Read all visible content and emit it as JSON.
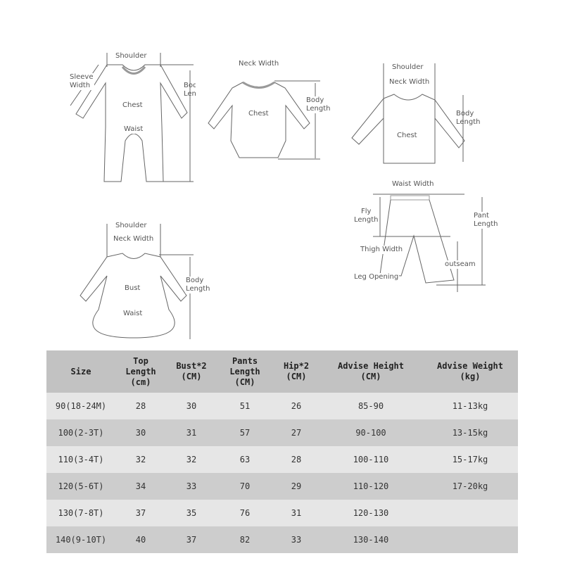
{
  "diagrams": {
    "romper": {
      "shoulder": "Shoulder",
      "sleeve_width": "Sleeve\nWidth",
      "body_length": "Body\nLength",
      "chest": "Chest",
      "waist": "Waist"
    },
    "bodysuit": {
      "neck_width": "Neck Width",
      "chest": "Chest",
      "body_length": "Body\nLength"
    },
    "top": {
      "shoulder": "Shoulder",
      "neck_width": "Neck Width",
      "body_length": "Body\nLength",
      "chest": "Chest"
    },
    "dress": {
      "shoulder": "Shoulder",
      "neck_width": "Neck Width",
      "bust": "Bust",
      "waist": "Waist",
      "body_length": "Body\nLength"
    },
    "pants": {
      "waist_width": "Waist Width",
      "fly_length": "Fly\nLength",
      "pant_length": "Pant\nLength",
      "thigh_width": "Thigh Width",
      "outseam": "outseam",
      "leg_opening": "Leg Opening"
    }
  },
  "table": {
    "headers": [
      "Size",
      "Top\nLength\n(cm)",
      "Bust*2\n(CM)",
      "Pants\nLength\n(CM)",
      "Hip*2\n(CM)",
      "Advise Height\n(CM)",
      "Advise Weight\n(kg)"
    ],
    "rows": [
      [
        "90(18-24M)",
        "28",
        "30",
        "51",
        "26",
        "85-90",
        "11-13kg"
      ],
      [
        "100(2-3T)",
        "30",
        "31",
        "57",
        "27",
        "90-100",
        "13-15kg"
      ],
      [
        "110(3-4T)",
        "32",
        "32",
        "63",
        "28",
        "100-110",
        "15-17kg"
      ],
      [
        "120(5-6T)",
        "34",
        "33",
        "70",
        "29",
        "110-120",
        "17-20kg"
      ],
      [
        "130(7-8T)",
        "37",
        "35",
        "76",
        "31",
        "120-130",
        ""
      ],
      [
        "140(9-10T)",
        "40",
        "37",
        "82",
        "33",
        "130-140",
        ""
      ]
    ]
  }
}
